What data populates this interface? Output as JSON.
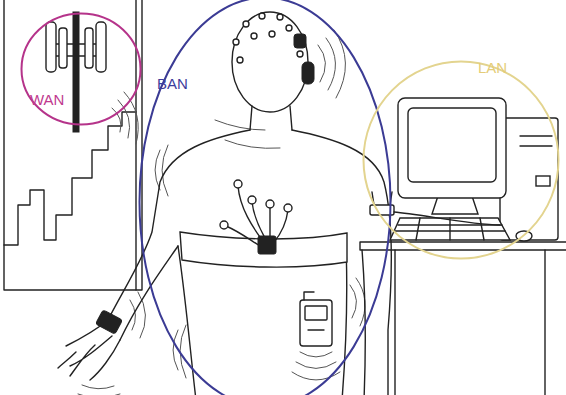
{
  "diagram": {
    "nodes": [
      {
        "text": [
          "WAN"
        ]
      },
      {
        "text": [
          "BAN"
        ]
      },
      {
        "text": [
          "LAN"
        ]
      }
    ]
  }
}
